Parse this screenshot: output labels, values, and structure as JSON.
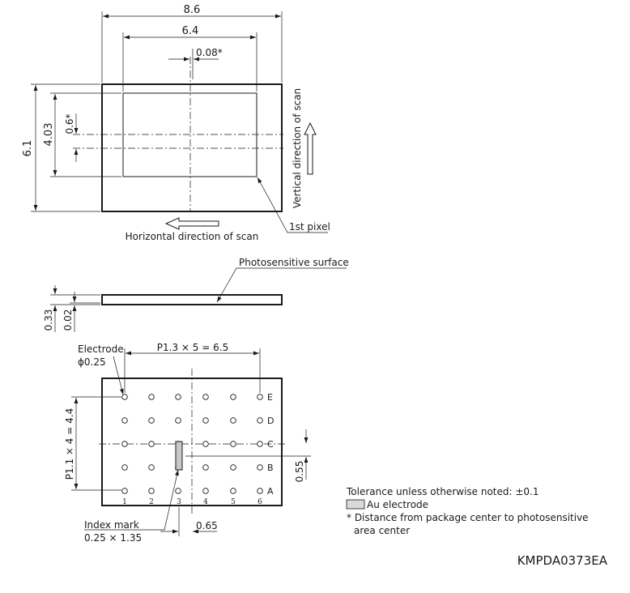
{
  "top_view": {
    "package_width": "8.6",
    "area_width": "6.4",
    "center_offset_x": "0.08*",
    "package_height": "6.1",
    "area_height": "4.03",
    "center_offset_y": "0.6*",
    "vertical_scan": "Vertical direction of scan",
    "horizontal_scan": "Horizontal direction of scan",
    "first_pixel": "1st pixel"
  },
  "side_view": {
    "surface_label": "Photosensitive surface",
    "thickness": "0.33",
    "surface_depth": "0.02"
  },
  "bottom_view": {
    "electrode_label": "Electrode",
    "electrode_dia": "ϕ0.25",
    "pitch_x": "P1.3 × 5 = 6.5",
    "pitch_y": "P1.1 × 4 = 4.4",
    "rows": [
      "E",
      "D",
      "C",
      "B",
      "A"
    ],
    "cols": [
      "1",
      "2",
      "3",
      "4",
      "5",
      "6"
    ],
    "mark_offset_y": "0.55",
    "mark_offset_x": "0.65",
    "index_mark": "Index mark",
    "index_size": "0.25 × 1.35"
  },
  "notes": {
    "tolerance": "Tolerance unless otherwise noted: ±0.1",
    "au": "Au electrode",
    "star_1": "* Distance from package center to photosensitive",
    "star_2": "area center"
  },
  "drawing_id": "KMPDA0373EA"
}
